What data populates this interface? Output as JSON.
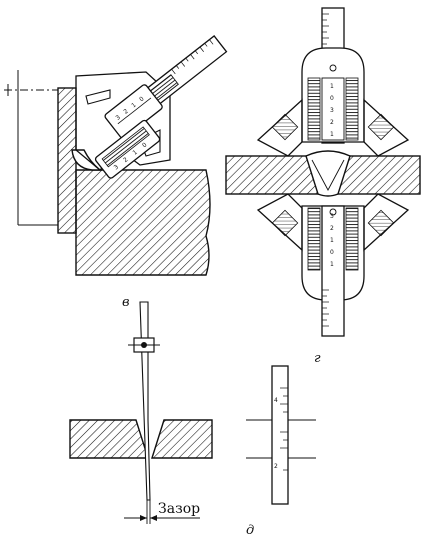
{
  "figure": {
    "panel_labels": {
      "v": "в",
      "g": "г",
      "d": "д"
    },
    "gap_caption": "Зазор",
    "scale_digits_up": [
      "3",
      "2",
      "1",
      "0"
    ],
    "scale_digits_down": [
      "0",
      "1",
      "2",
      "3"
    ],
    "strip_digits": [
      "4",
      "2"
    ]
  }
}
